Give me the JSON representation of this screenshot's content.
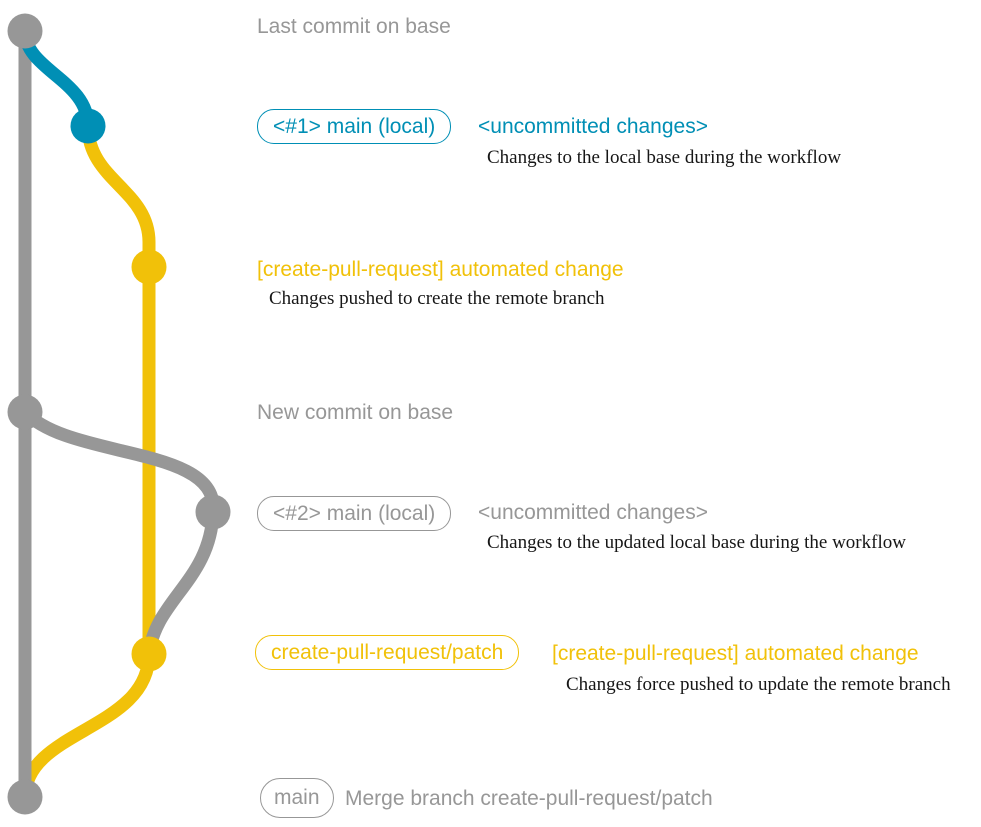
{
  "colors": {
    "gray": "#979797",
    "blue": "#008fb5",
    "yellow": "#f1c109",
    "ink": "#161616",
    "background": "#ffffff"
  },
  "rows": [
    {
      "label": "Last commit on base"
    },
    {
      "badge": "<#1> main (local)",
      "title": "<uncommitted changes>",
      "description": "Changes to the local base during the workflow"
    },
    {
      "title": "[create-pull-request] automated change",
      "description": "Changes pushed to create the remote branch"
    },
    {
      "label": "New commit on base"
    },
    {
      "badge": "<#2> main (local)",
      "title": "<uncommitted changes>",
      "description": "Changes to the updated local base during the workflow"
    },
    {
      "badge": "create-pull-request/patch",
      "title": "[create-pull-request] automated change",
      "description": "Changes force pushed to update the remote branch"
    },
    {
      "badge": "main",
      "label": "Merge branch create-pull-request/patch"
    }
  ]
}
